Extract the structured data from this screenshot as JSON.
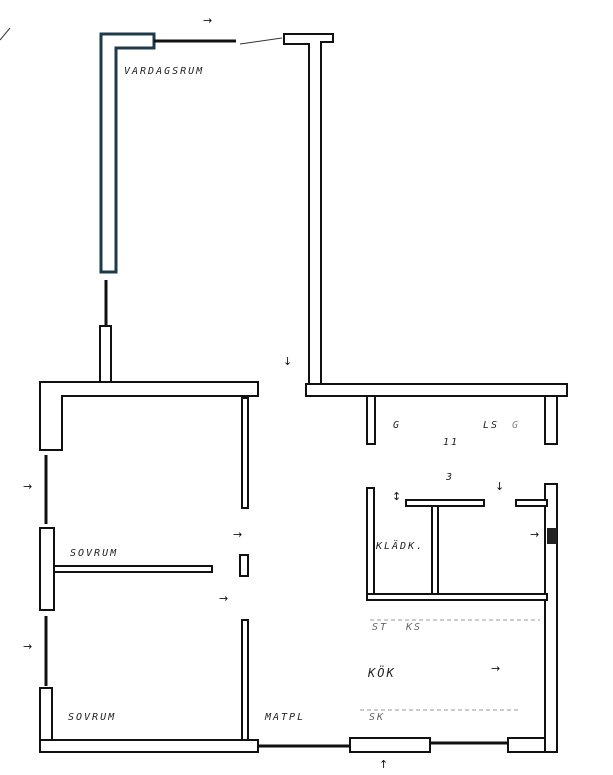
{
  "rooms": {
    "living": "VARDAGSRUM",
    "bedroom1": "SOVRUM",
    "bedroom2": "SOVRUM",
    "dining": "MATPL",
    "closet": "KLÄDK.",
    "kitchen": "KÖK"
  },
  "fixtures": {
    "g1": "G",
    "ls": "LS",
    "g2": "G",
    "st": "ST",
    "ks": "KS",
    "sk": "SK"
  },
  "marks": {
    "stair_top": "11",
    "stair_bottom": "3"
  }
}
